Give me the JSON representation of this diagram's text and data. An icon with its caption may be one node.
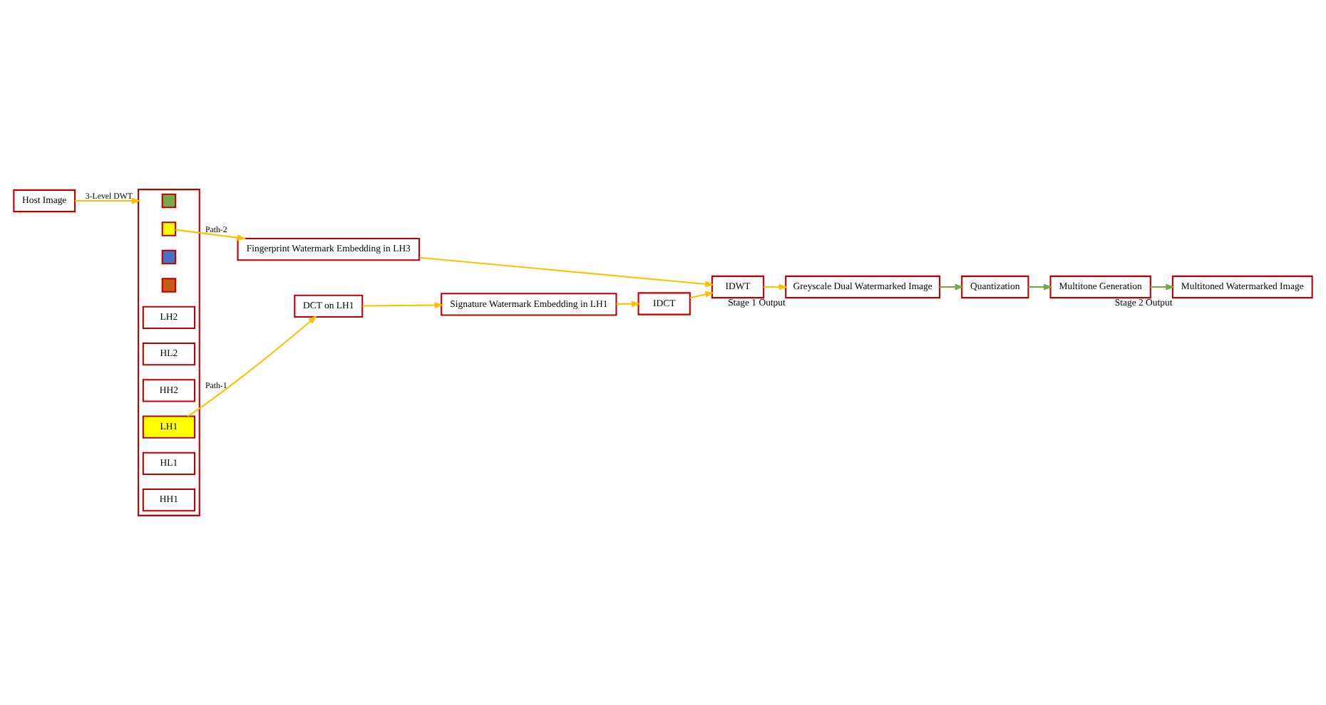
{
  "diagram": {
    "nodes": [
      {
        "text": [
          "Host Image"
        ]
      },
      {
        "text": [],
        "shape": "box"
      },
      {
        "text": [],
        "shape": "box",
        "in": 1
      },
      {
        "text": [],
        "shape": "box",
        "in": 1
      },
      {
        "text": [],
        "shape": "box",
        "in": 1
      },
      {
        "text": [],
        "shape": "box",
        "in": 1
      },
      {
        "text": [
          "LH2"
        ],
        "in": 1
      },
      {
        "text": [
          "HL2"
        ],
        "in": 1
      },
      {
        "text": [
          "HH2"
        ],
        "in": 1
      },
      {
        "text": [
          "LH1"
        ],
        "in": 1
      },
      {
        "text": [
          "HL1"
        ],
        "in": 1
      },
      {
        "text": [
          "HH1"
        ],
        "in": 1
      },
      {
        "text": [
          "Fingerprint Watermark Embedding in LH3"
        ]
      },
      {
        "text": [
          "DCT on LH1"
        ]
      },
      {
        "text": [
          "Signature Watermark Embedding in LH1"
        ]
      },
      {
        "text": [
          "IDCT"
        ]
      },
      {
        "text": [
          "IDWT"
        ]
      },
      {
        "text": [
          "Greyscale Dual Watermarked Image"
        ],
        "beside": [
          "Stage 1 Output"
        ]
      },
      {
        "text": [
          "Quantization"
        ]
      },
      {
        "text": [
          "Multitone Generation"
        ]
      },
      {
        "text": [
          "Multitoned Watermarked Image"
        ],
        "beside": [
          "Stage 2 Output"
        ]
      }
    ],
    "edges": [
      {
        "from": 0,
        "to": 1,
        "arrow": "to",
        "label": "3-Level DWT"
      },
      {
        "from": 3,
        "to": 12,
        "arrow": "to",
        "label": "Path-2"
      },
      {
        "from": 9,
        "to": 13,
        "arrow": "to",
        "label": "Path-1"
      },
      {
        "from": 13,
        "to": 14,
        "arrow": "to"
      },
      {
        "from": 14,
        "to": 15,
        "arrow": "to"
      },
      {
        "from": 15,
        "to": 16,
        "arrow": "to"
      },
      {
        "from": 12,
        "to": 16,
        "arrow": "to"
      },
      {
        "from": 16,
        "to": 17,
        "arrow": "to"
      },
      {
        "from": 17,
        "to": 18,
        "arrow": "to",
        "color": "#70ad47"
      },
      {
        "from": 18,
        "to": 19,
        "arrow": "to",
        "color": "#70ad47"
      },
      {
        "from": 19,
        "to": 20,
        "arrow": "to",
        "color": "#70ad47"
      }
    ]
  }
}
